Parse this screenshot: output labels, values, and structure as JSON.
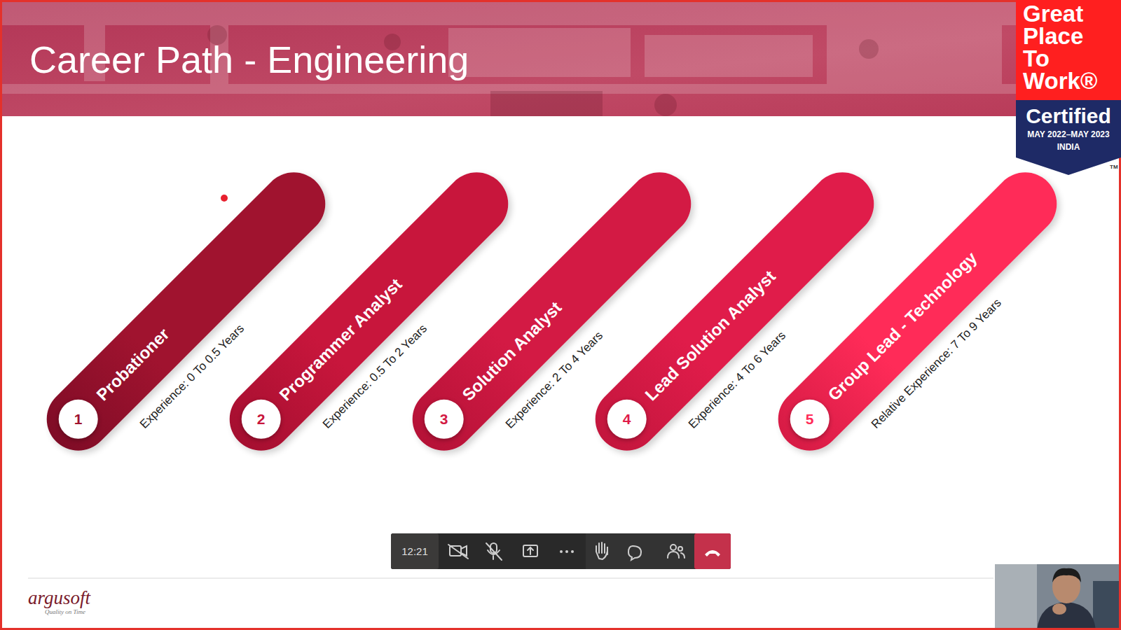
{
  "diagram": {
    "title": "Career Path - Engineering",
    "nodes": [
      {
        "text": [
          "Probationer"
        ]
      },
      {
        "text": [
          "1"
        ],
        "in": 0
      },
      {
        "text": [
          "Programmer Analyst"
        ]
      },
      {
        "text": [
          "2"
        ],
        "in": 2
      },
      {
        "text": [
          "Solution Analyst"
        ]
      },
      {
        "text": [
          "3"
        ],
        "in": 4
      },
      {
        "text": [
          "Lead Solution Analyst"
        ]
      },
      {
        "text": [
          "4"
        ],
        "in": 6
      },
      {
        "text": [
          "Group Lead - Technology"
        ]
      },
      {
        "text": [
          "5"
        ],
        "in": 8
      },
      {
        "text": [
          "Great Place To Work®"
        ]
      },
      {
        "text": [
          "Certified",
          "MAY 2022–MAY 2023",
          "INDIA"
        ]
      }
    ],
    "labels": [
      "Experience: 0 To 0.5 Years",
      "Experience: 0.5 To 2 Years",
      "Experience: 2 To 4 Years",
      "Experience: 4 To 6 Years",
      "Relative Experience: 7 To 9 Years",
      "TM",
      "12:21",
      "argusoft",
      "Quality on Time"
    ]
  }
}
